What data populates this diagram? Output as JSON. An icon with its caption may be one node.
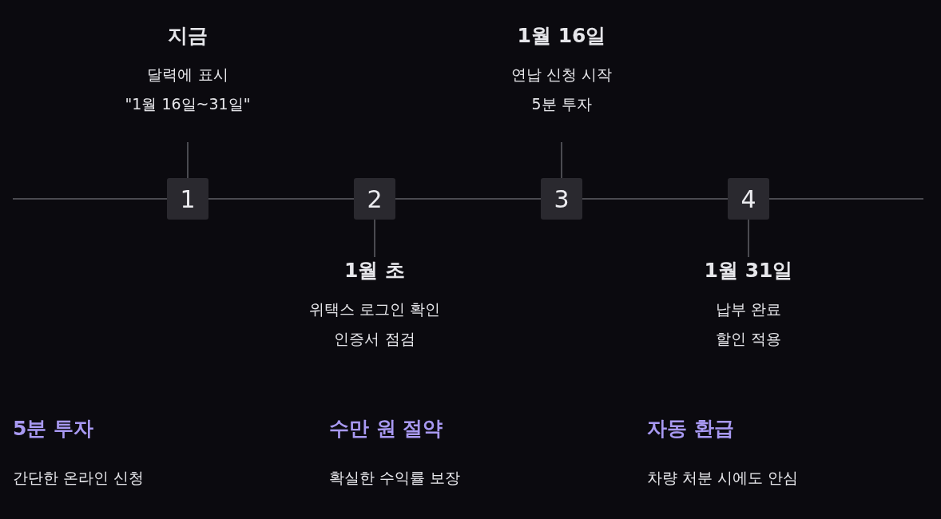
{
  "diagram": {
    "nodes": [
      {
        "text": [
          "1"
        ]
      },
      {
        "text": [
          "2"
        ]
      },
      {
        "text": [
          "3"
        ]
      },
      {
        "text": [
          "4"
        ]
      },
      {
        "text": [
          "지금",
          "달력에 표시 \"1월 16일~31일\""
        ]
      },
      {
        "text": [
          "1월 초",
          "위택스 로그인 확인 인증서 점검"
        ]
      },
      {
        "text": [
          "1월 16일",
          "연납 신청 시작 5분 투자"
        ]
      },
      {
        "text": [
          "1월 31일",
          "납부 완료 할인 적용"
        ]
      }
    ],
    "edges": [
      {
        "from": null,
        "to": 0,
        "arrow": "none"
      },
      {
        "from": 0,
        "to": 1,
        "arrow": "none"
      },
      {
        "from": 1,
        "to": 2,
        "arrow": "none"
      },
      {
        "from": 2,
        "to": 3,
        "arrow": "none"
      },
      {
        "from": 3,
        "to": null,
        "arrow": "none"
      },
      {
        "from": 0,
        "to": 4,
        "arrow": "none"
      },
      {
        "from": 1,
        "to": 5,
        "arrow": "none"
      },
      {
        "from": 2,
        "to": 6,
        "arrow": "none"
      },
      {
        "from": 3,
        "to": 7,
        "arrow": "none"
      }
    ],
    "labels": [
      "5분 투자",
      "수만 원 절약",
      "자동 환급",
      "간단한 온라인 신청",
      "확실한 수익률 보장",
      "차량 처분 시에도 안심"
    ]
  }
}
